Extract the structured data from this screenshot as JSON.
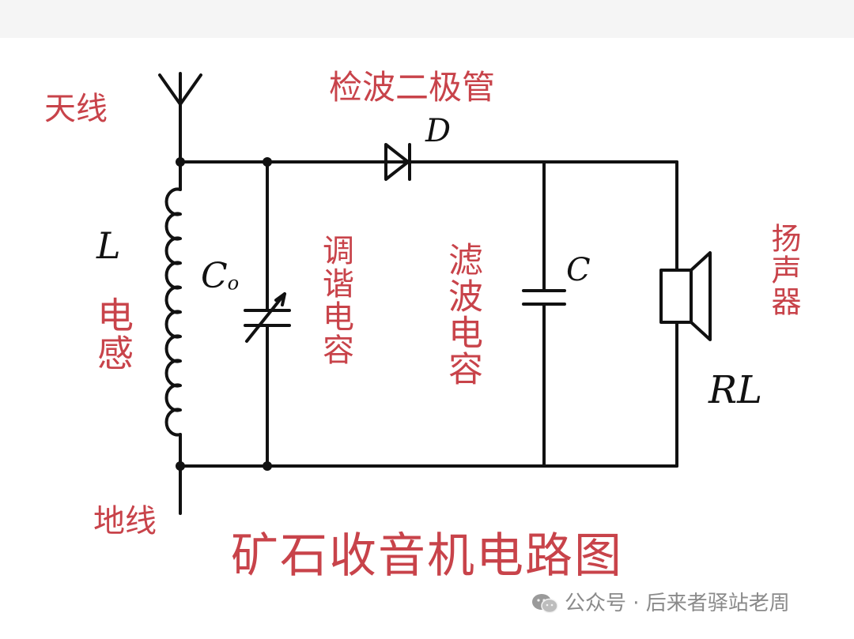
{
  "labels": {
    "antenna": "天线",
    "ground": "地线",
    "inductor": "电感",
    "diode": "检波二极管",
    "tuning_cap": "调谐电容",
    "filter_cap": "滤波电容",
    "speaker": "扬声器"
  },
  "symbols": {
    "inductor": "L",
    "tuning_cap_main": "C",
    "tuning_cap_sub": "o",
    "diode": "D",
    "filter_cap": "C",
    "speaker": "RL"
  },
  "title": "矿石收音机电路图",
  "footer": {
    "text": "公众号 · 后来者驿站老周",
    "icon": "wechat-icon"
  },
  "colors": {
    "label_red": "#c8434a",
    "wire": "#111111",
    "footer_gray": "#8a8a8a"
  }
}
